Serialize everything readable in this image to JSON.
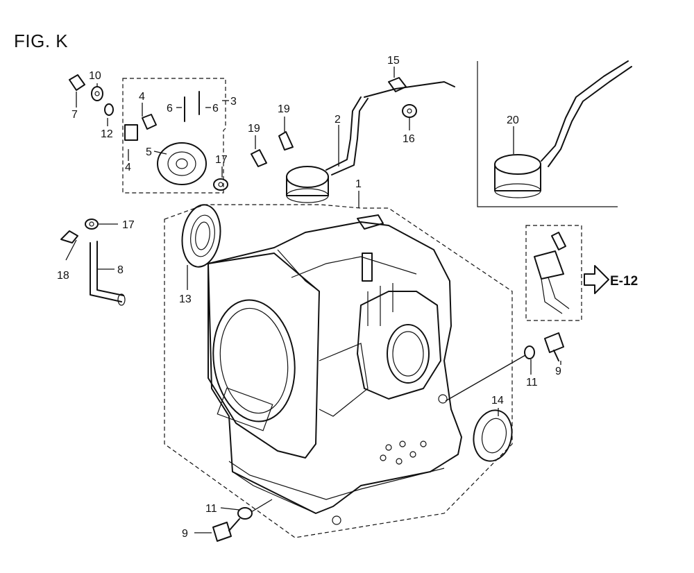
{
  "figure": {
    "title": "FIG. K",
    "reference_label": "E-12"
  },
  "callouts": {
    "c1": "1",
    "c2": "2",
    "c3": "3",
    "c4a": "4",
    "c4b": "4",
    "c5": "5",
    "c6a": "6",
    "c6b": "6",
    "c7": "7",
    "c8": "8",
    "c9a": "9",
    "c9b": "9",
    "c10": "10",
    "c11a": "11",
    "c11b": "11",
    "c12": "12",
    "c13": "13",
    "c14": "14",
    "c15": "15",
    "c16": "16",
    "c17a": "17",
    "c17b": "17",
    "c18": "18",
    "c19a": "19",
    "c19b": "19",
    "c20": "20"
  },
  "icons": {
    "reference_arrow": "arrow-right-outline-icon"
  }
}
